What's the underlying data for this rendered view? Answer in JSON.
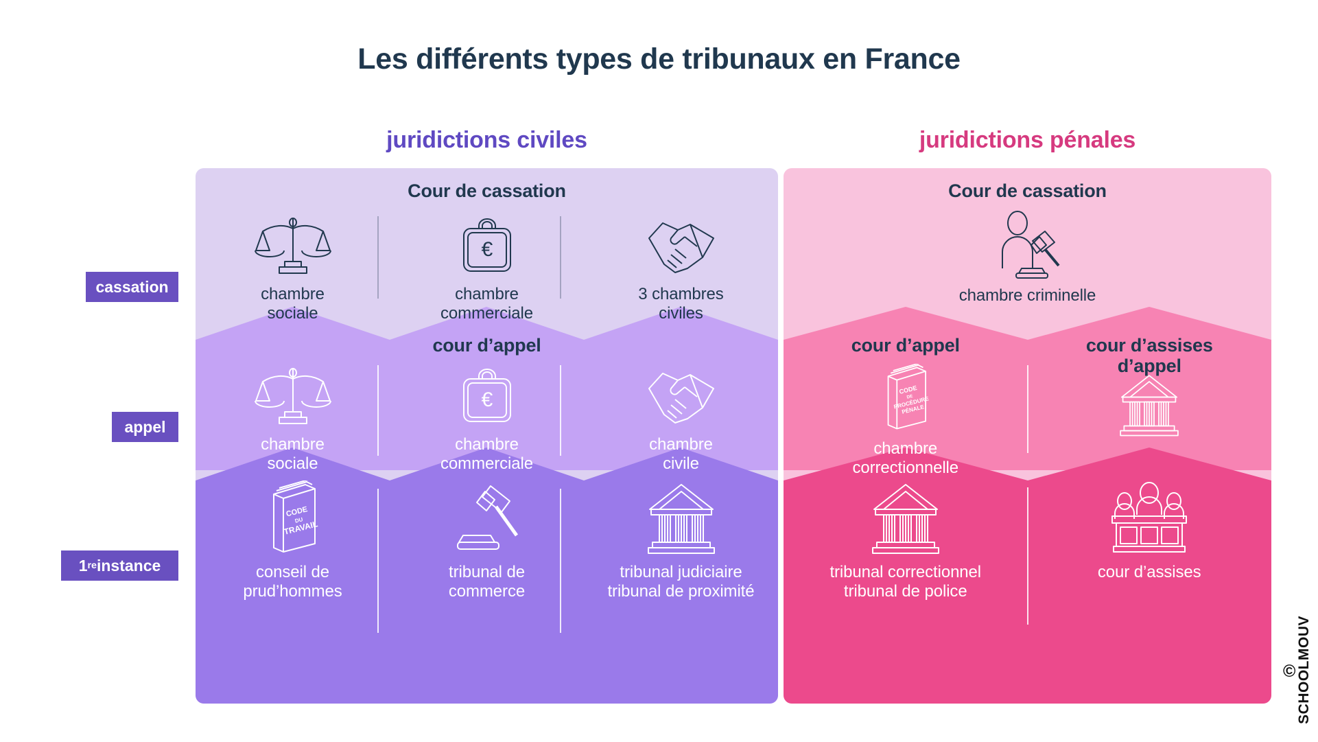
{
  "title": "Les différents types de tribunaux en France",
  "columns": {
    "civil": {
      "heading": "juridictions civiles",
      "accent": "#5f49c2"
    },
    "penal": {
      "heading": "juridictions pénales",
      "accent": "#d63a7f"
    }
  },
  "stage_labels": {
    "cassation": "cassation",
    "appel": "appel",
    "first_instance_prefix": "1",
    "first_instance_sup": "re",
    "first_instance_suffix": " instance"
  },
  "civil": {
    "cassation": {
      "title": "Cour de cassation",
      "cells": [
        {
          "icon": "scales-icon",
          "caption": "chambre\nsociale"
        },
        {
          "icon": "briefcase-euro-icon",
          "caption": "chambre\ncommerciale"
        },
        {
          "icon": "handshake-icon",
          "caption": "3 chambres\nciviles"
        }
      ]
    },
    "appel": {
      "title": "cour d’appel",
      "cells": [
        {
          "icon": "scales-icon",
          "caption": "chambre\nsociale"
        },
        {
          "icon": "briefcase-euro-icon",
          "caption": "chambre\ncommerciale"
        },
        {
          "icon": "handshake-icon",
          "caption": "chambre\ncivile"
        }
      ]
    },
    "instance": {
      "title": "",
      "cells": [
        {
          "icon": "law-book-icon",
          "book_lines": [
            "CODE",
            "DU",
            "TRAVAIL"
          ],
          "caption": "conseil de\nprud’hommes"
        },
        {
          "icon": "gavel-icon",
          "caption": "tribunal de\ncommerce"
        },
        {
          "icon": "courthouse-icon",
          "caption": "tribunal judiciaire\ntribunal de proximité"
        }
      ]
    }
  },
  "penal": {
    "cassation": {
      "title": "Cour de cassation",
      "cells": [
        {
          "icon": "judge-gavel-icon",
          "caption": "chambre criminelle"
        }
      ]
    },
    "appel": {
      "titles": [
        "cour d’appel",
        "cour d’assises\nd’appel"
      ],
      "cells": [
        {
          "icon": "law-book-icon",
          "book_lines": [
            "CODE",
            "DE",
            "PROCÉDURE",
            "PÉNALE"
          ],
          "caption": "chambre\ncorrectionnelle"
        },
        {
          "icon": "courthouse-icon",
          "caption": ""
        }
      ]
    },
    "instance": {
      "title": "",
      "cells": [
        {
          "icon": "courthouse-icon",
          "caption": "tribunal correctionnel\ntribunal de police"
        },
        {
          "icon": "jury-icon",
          "caption": "cour d’assises"
        }
      ]
    }
  },
  "logo": {
    "mark": "©",
    "text": "SCHOOLMOUV"
  },
  "palette": {
    "title_color": "#20384e",
    "civil_cassation_bg": "#ddd1f2",
    "civil_appel_bg": "#c4a3f5",
    "civil_instance_bg": "#9a7aea",
    "penal_cassation_bg": "#f9c3dd",
    "penal_appel_bg": "#f783b3",
    "penal_instance_bg": "#ec4a8c",
    "stage_label_bg": "#6950c0"
  }
}
